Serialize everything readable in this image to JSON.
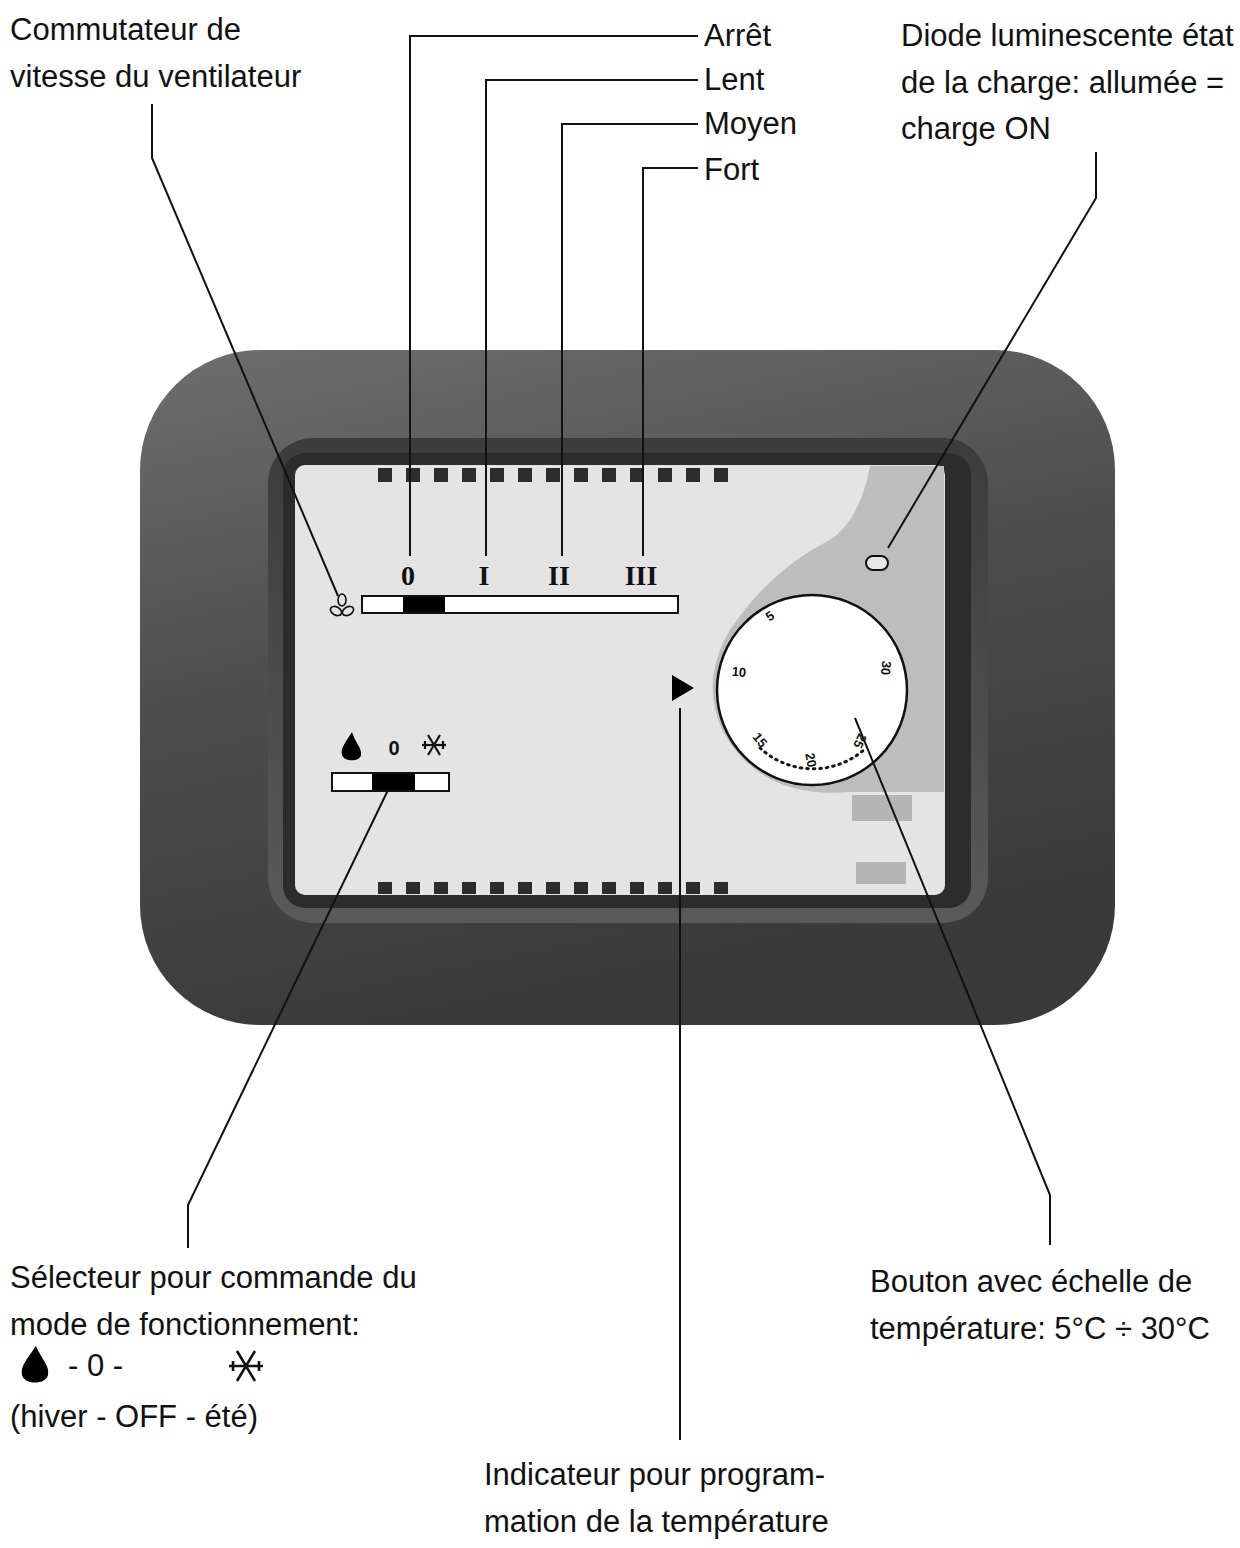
{
  "diagram": {
    "labels": [
      "Commutateur de vitesse du ventilateur",
      "Arrêt",
      "Lent",
      "Moyen",
      "Fort",
      "Diode luminescente état de la charge: allumée = charge ON",
      "0",
      "I",
      "II",
      "III",
      "5",
      "10",
      "30",
      "15",
      "20",
      "25",
      "0",
      "Sélecteur pour commande du mode de fonctionnement:",
      "- 0 -",
      "(hiver - OFF - été)",
      "Bouton avec échelle de température: 5°C ÷ 30°C",
      "Indicateur pour program- mation de la température"
    ]
  }
}
